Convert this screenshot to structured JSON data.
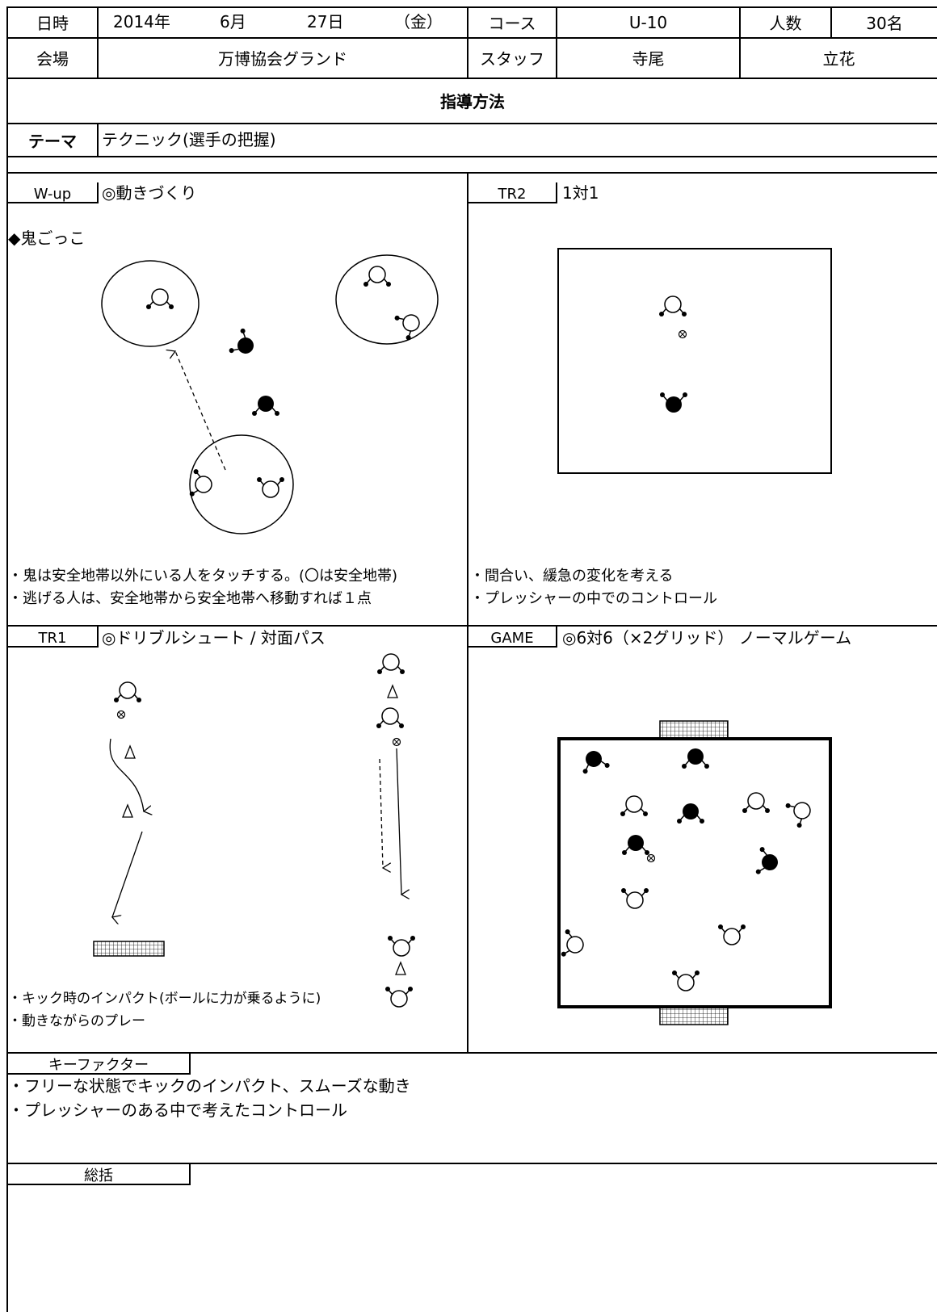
{
  "header": {
    "date_label": "日時",
    "year": "2014年",
    "month": "6月",
    "day": "27日",
    "weekday": "（金）",
    "course_label": "コース",
    "course_value": "U-10",
    "count_label": "人数",
    "count_value": "30名",
    "venue_label": "会場",
    "venue_value": "万博協会グランド",
    "staff_label": "スタッフ",
    "staff_1": "寺尾",
    "staff_2": "立花"
  },
  "method_title": "指導方法",
  "theme": {
    "label": "テーマ",
    "value": "テクニック(選手の把握)"
  },
  "wup": {
    "tag": "W-up",
    "title": "◎動きづくり",
    "subtitle": "◆鬼ごっこ",
    "notes": [
      "・鬼は安全地帯以外にいる人をタッチする。(〇は安全地帯)",
      "・逃げる人は、安全地帯から安全地帯へ移動すれば１点"
    ]
  },
  "tr2": {
    "tag": "TR2",
    "title": "1対1",
    "notes": [
      "・間合い、緩急の変化を考える",
      "・プレッシャーの中でのコントロール"
    ]
  },
  "tr1": {
    "tag": "TR1",
    "title": "◎ドリブルシュート / 対面パス",
    "notes": [
      "・キック時のインパクト(ボールに力が乗るように)",
      "・動きながらのプレー"
    ]
  },
  "game": {
    "tag": "GAME",
    "title": "◎6対6（×2グリッド）  ノーマルゲーム"
  },
  "key_factor": {
    "tag": "キーファクター",
    "notes": [
      "・フリーな状態でキックのインパクト、スムーズな動き",
      "・プレッシャーのある中で考えたコントロール"
    ]
  },
  "summary": {
    "tag": "総括"
  },
  "icons": {
    "player_white": "player-white-icon",
    "player_black": "player-black-icon",
    "ball": "ball-icon",
    "cone": "cone-icon",
    "goal": "goal-icon"
  }
}
